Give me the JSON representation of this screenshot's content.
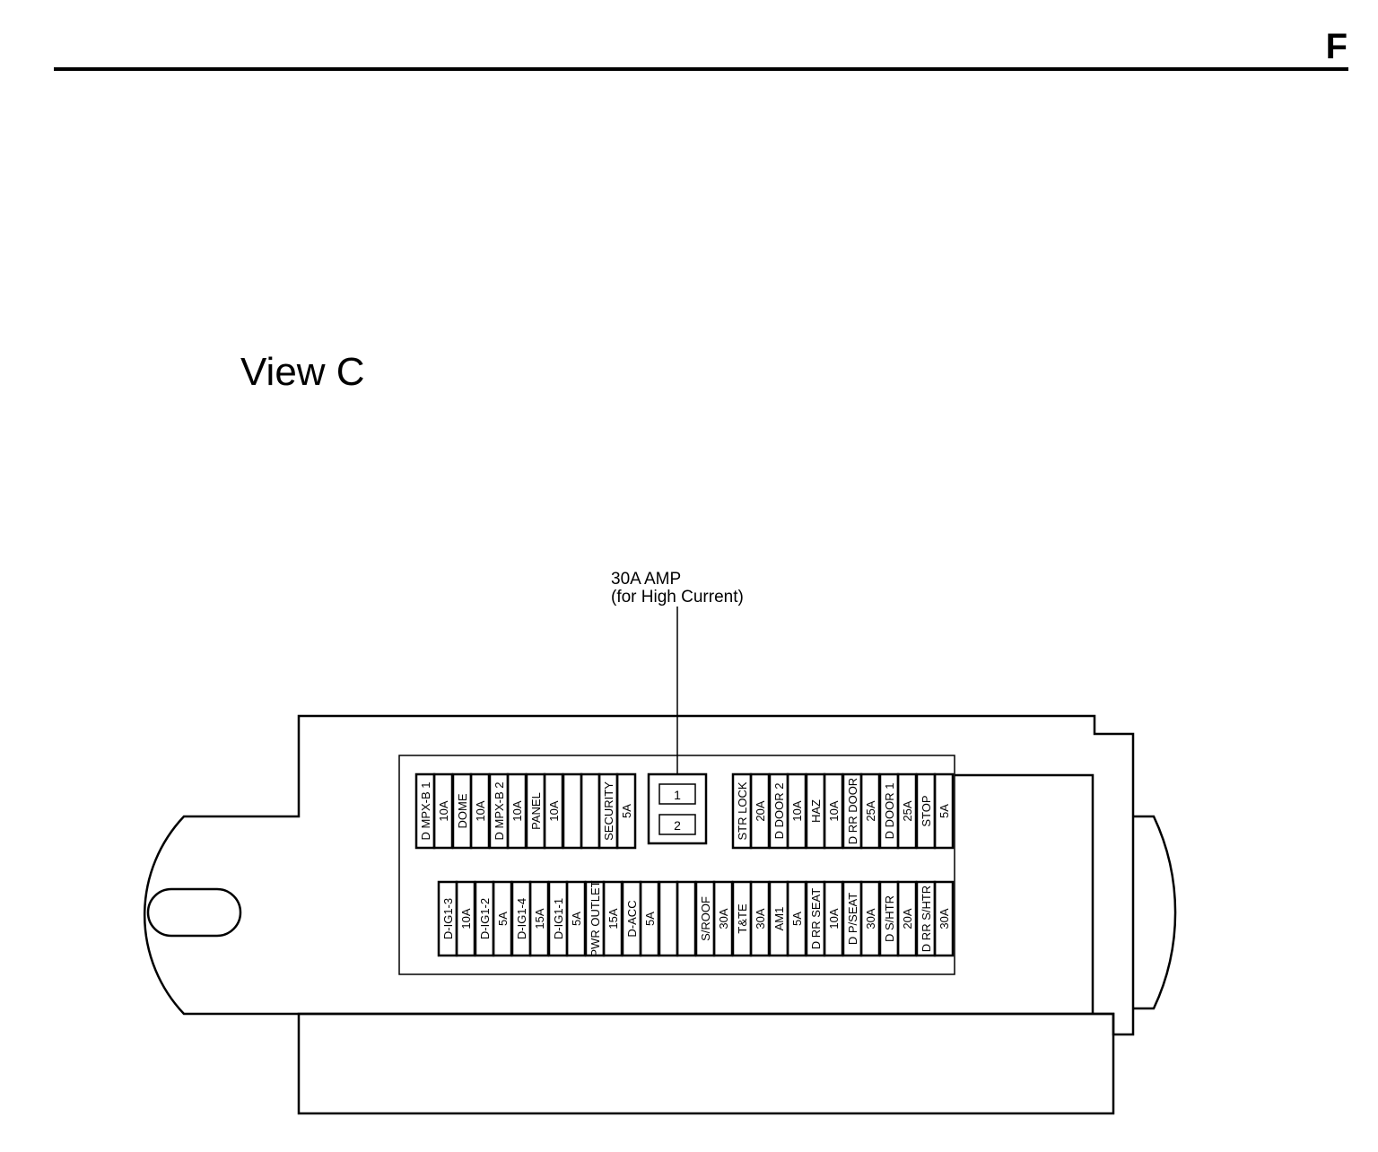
{
  "page_letter": "F",
  "view_title": "View C",
  "callout": {
    "line1": "30A AMP",
    "line2": "(for High Current)"
  },
  "amp_slots": [
    "1",
    "2"
  ],
  "top_row": [
    {
      "label": "D MPX-B 1",
      "rating": "10A"
    },
    {
      "label": "DOME",
      "rating": "10A"
    },
    {
      "label": "D MPX-B 2",
      "rating": "10A"
    },
    {
      "label": "PANEL",
      "rating": "10A"
    },
    {
      "label": "",
      "rating": ""
    },
    {
      "label": "SECURITY",
      "rating": "5A"
    },
    {
      "label": "STR LOCK",
      "rating": "20A"
    },
    {
      "label": "D DOOR 2",
      "rating": "10A"
    },
    {
      "label": "HAZ",
      "rating": "10A"
    },
    {
      "label": "D RR DOOR",
      "rating": "25A"
    },
    {
      "label": "D DOOR 1",
      "rating": "25A"
    },
    {
      "label": "STOP",
      "rating": "5A"
    }
  ],
  "bottom_row": [
    {
      "label": "D-IG1-3",
      "rating": "10A"
    },
    {
      "label": "D-IG1-2",
      "rating": "5A"
    },
    {
      "label": "D-IG1-4",
      "rating": "15A"
    },
    {
      "label": "D-IG1-1",
      "rating": "5A"
    },
    {
      "label": "PWR OUTLET",
      "rating": "15A"
    },
    {
      "label": "D-ACC",
      "rating": "5A"
    },
    {
      "label": "",
      "rating": ""
    },
    {
      "label": "S/ROOF",
      "rating": "30A"
    },
    {
      "label": "T&TE",
      "rating": "30A"
    },
    {
      "label": "AM1",
      "rating": "5A"
    },
    {
      "label": "D RR SEAT",
      "rating": "10A"
    },
    {
      "label": "D P/SEAT",
      "rating": "30A"
    },
    {
      "label": "D S/HTR",
      "rating": "20A"
    },
    {
      "label": "D RR S/HTR",
      "rating": "30A"
    }
  ]
}
